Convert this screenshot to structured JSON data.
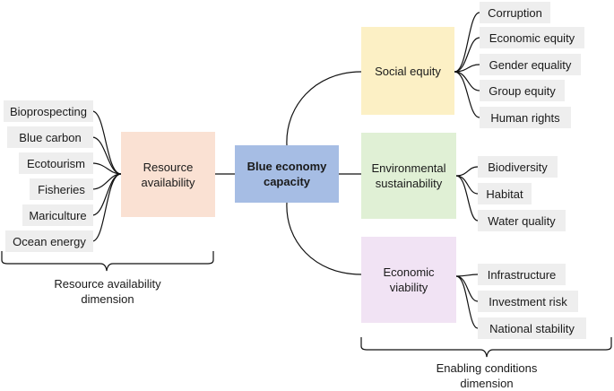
{
  "center": {
    "line1": "Blue economy",
    "line2": "capacity"
  },
  "resource": {
    "line1": "Resource",
    "line2": "availability",
    "leaves": [
      "Bioprospecting",
      "Blue carbon",
      "Ecotourism",
      "Fisheries",
      "Mariculture",
      "Ocean energy"
    ],
    "dimension_line1": "Resource availability",
    "dimension_line2": "dimension"
  },
  "social": {
    "label": "Social equity",
    "leaves": [
      "Corruption",
      "Economic equity",
      "Gender equality",
      "Group equity",
      "Human rights"
    ]
  },
  "environmental": {
    "line1": "Environmental",
    "line2": "sustainability",
    "leaves": [
      "Biodiversity",
      "Habitat",
      "Water quality"
    ]
  },
  "economic": {
    "line1": "Economic",
    "line2": "viability",
    "leaves": [
      "Infrastructure",
      "Investment risk",
      "National stability"
    ]
  },
  "enabling": {
    "dimension_line1": "Enabling conditions",
    "dimension_line2": "dimension"
  },
  "colors": {
    "center": "#a6bde4",
    "resource": "#fae1d3",
    "social": "#fcf0c5",
    "environmental": "#e0f0d5",
    "economic": "#f1e3f4",
    "leaf": "#eeeeee"
  }
}
